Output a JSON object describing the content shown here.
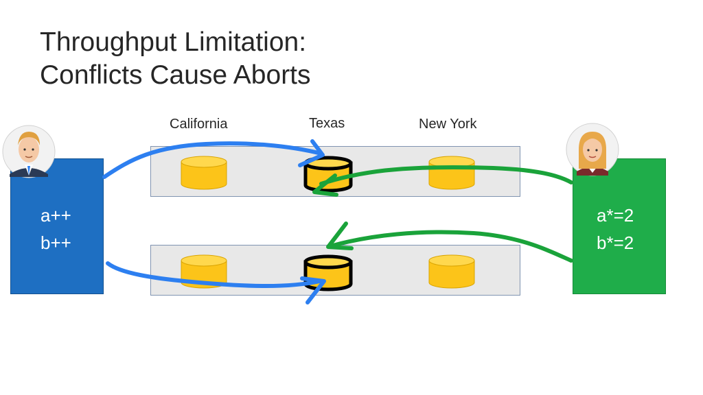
{
  "slide": {
    "title_line1": "Throughput Limitation:",
    "title_line2": "Conflicts Cause Aborts"
  },
  "regions": {
    "california": "California",
    "texas": "Texas",
    "new_york": "New York"
  },
  "clients": {
    "left": {
      "op1": "a++",
      "op2": "b++",
      "color": "#1e6fc2"
    },
    "right": {
      "op1": "a*=2",
      "op2": "b*=2",
      "color": "#1fad4a"
    }
  },
  "colors": {
    "db_fill": "#fcc419",
    "highlight_outline": "#000000",
    "blue_arrow": "#2d7ff0",
    "green_arrow": "#1aa33a"
  }
}
